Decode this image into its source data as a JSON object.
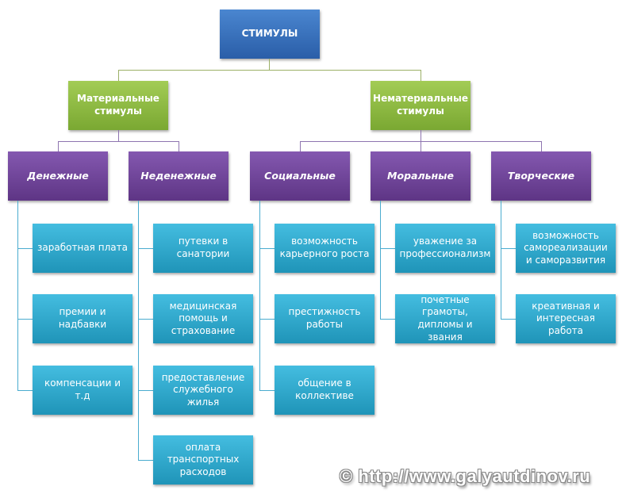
{
  "root": "СТИМУЛЫ",
  "groups": [
    {
      "label": "Материальные стимулы",
      "categories": [
        {
          "label": "Денежные",
          "items": [
            "заработная плата",
            "премии и надбавки",
            "компенсации и т.д"
          ]
        },
        {
          "label": "Неденежные",
          "items": [
            "путевки в санатории",
            "медицинская помощь и страхование",
            "предоставление служебного жилья",
            "оплата транспортных расходов"
          ]
        }
      ]
    },
    {
      "label": "Нематериальные стимулы",
      "categories": [
        {
          "label": "Социальные",
          "items": [
            "возможность карьерного роста",
            "престижность работы",
            "общение в коллективе"
          ]
        },
        {
          "label": "Моральные",
          "items": [
            "уважение за профессионализм",
            "почетные грамоты, дипломы и звания"
          ]
        },
        {
          "label": "Творческие",
          "items": [
            "возможность самореализации и саморазвития",
            "креативная и интересная работа"
          ]
        }
      ]
    }
  ],
  "watermark": "© http://www.galyautdinov.ru"
}
